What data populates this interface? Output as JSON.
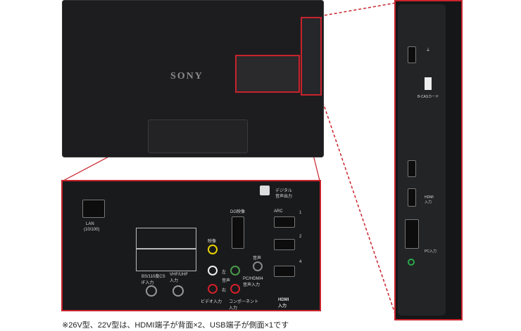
{
  "brand": "SONY",
  "rear_panel": {
    "lan_label": "LAN",
    "lan_sub": "(10/100)",
    "dg_video": "DG映像",
    "digital_audio_out_line1": "デジタル",
    "digital_audio_out_line2": "音声出力",
    "arc": "ARC",
    "hdmi_numbers": [
      "1",
      "2",
      "4"
    ],
    "video_label": "映像",
    "audio_label": "音声",
    "audio_lr": [
      "左",
      "右"
    ],
    "headphone": "音声",
    "pc_hdmi_audio": "PC/HDMI4\n音声入力",
    "bs_cs_label": "BS/110度CS\nIF入力",
    "vhf_uhf_label": "VHF/UHF\n入力",
    "video_input": "ビデオ入力",
    "component_input": "コンポーネント\n入力",
    "hdmi_input": "HDMI\n入力"
  },
  "side_panel": {
    "bcas": "B-CASカード",
    "hdmi_label": "HDMI\n入力",
    "pc_label": "PC入力",
    "usb_icon": "usb-icon"
  },
  "footnote": "※26V型、22V型は、HDMI端子が背面×2、USB端子が側面×1です"
}
